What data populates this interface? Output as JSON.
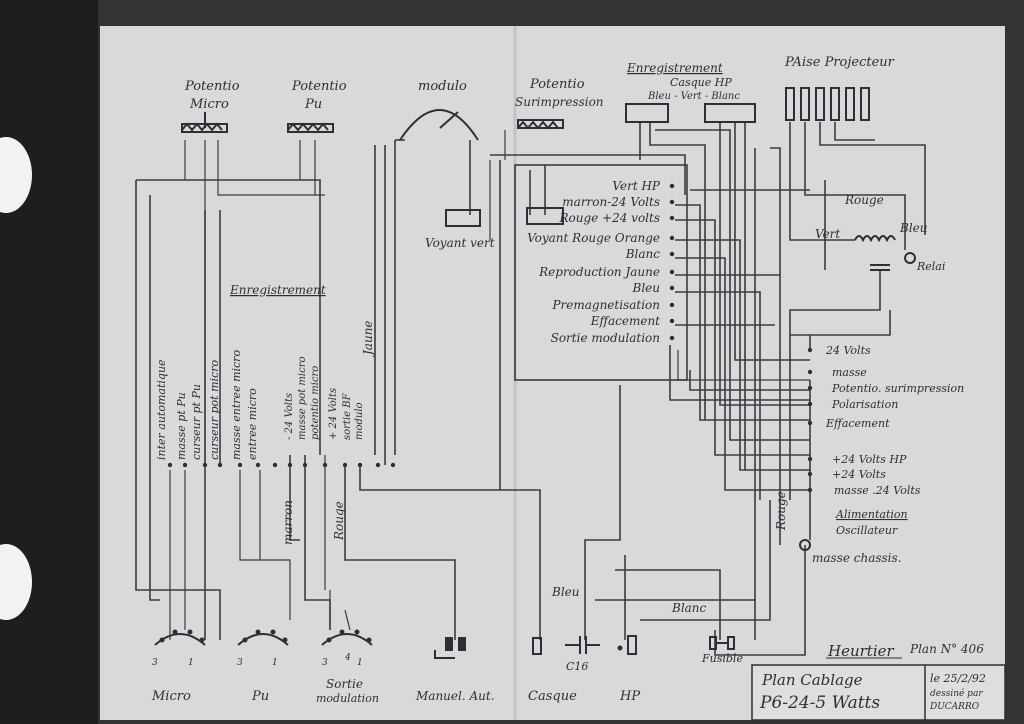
{
  "pots": {
    "micro": [
      "Potentio",
      "Micro"
    ],
    "pu": [
      "Potentio",
      "Pu"
    ],
    "modulo": "modulo",
    "surimpression": [
      "Potentio",
      "Surimpression"
    ]
  },
  "header": {
    "enregistrement": "Enregistrement",
    "casque_hp": "Casque HP",
    "colors": "Bleu - Vert - Blanc",
    "paise": "PAise Projecteur"
  },
  "wires_right": {
    "rouge": "Rouge",
    "vert": "Vert",
    "bleu": "Bleu",
    "relai": "Relai"
  },
  "voyant_vert": "Voyant vert",
  "block_labels": [
    "Vert  HP",
    "marron-24 Volts",
    "Rouge +24 volts",
    "Voyant Rouge  Orange",
    "Blanc",
    "Reproduction  Jaune",
    "Bleu",
    "Premagnetisation",
    "Effacement",
    "Sortie modulation"
  ],
  "enregistrement_left": "Enregistrement",
  "vertical_left": [
    "inter automatique",
    "masse pt Pu",
    "curseur pt Pu",
    "curseur pot micro",
    "masse entree micro",
    "entree micro"
  ],
  "vertical_mid": [
    "- 24 Volts",
    "masse pot micro",
    "potentio micro",
    "+ 24 Volts",
    "sortie BF",
    "modulo"
  ],
  "jaune": "Jaune",
  "marron": "marron",
  "rouge_mid": "Rouge",
  "rouge_right": "Rouge",
  "alim_labels": [
    "24 Volts",
    "masse",
    "Potentio. surimpression",
    "Polarisation",
    "Effacement",
    "+24 Volts HP",
    "+24 Volts",
    "masse .24 Volts",
    "Alimentation",
    "Oscillateur"
  ],
  "masse_chassis": "masse chassis.",
  "bleu_bottom": "Bleu",
  "blanc_bottom": "Blanc",
  "c16": "C16",
  "fusible": "Fusible",
  "bottom_labels": [
    "Micro",
    "Pu",
    "Sortie",
    "modulation",
    "Manuel. Aut.",
    "Casque",
    "HP"
  ],
  "pins": [
    "3",
    "1",
    "3",
    "1",
    "3",
    "4",
    "1"
  ],
  "signature": "Heurtier",
  "plan_no": "Plan N° 406",
  "title_block": {
    "line1": "Plan Cablage",
    "line2": "P6-24-5 Watts",
    "date": "le 25/2/92",
    "drawn_by": "dessiné par",
    "author": "DUCARRO"
  }
}
